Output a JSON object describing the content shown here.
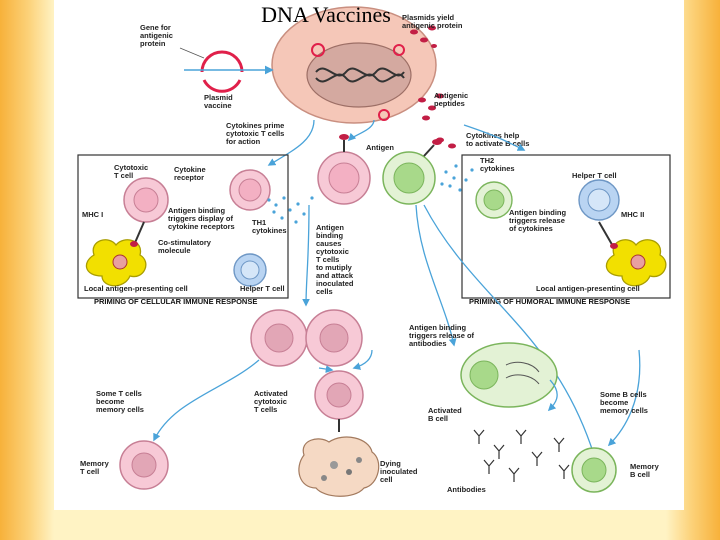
{
  "title": "DNA Vaccines",
  "labels": {
    "plasmids_yield": [
      "Plasmids yield",
      "antigenic protein"
    ],
    "gene": [
      "Gene for",
      "antigenic",
      "protein"
    ],
    "plasmid_vaccine": [
      "Plasmid",
      "vaccine"
    ],
    "antigenic_peptides": [
      "Antigenic",
      "peptides"
    ],
    "cytokines_prime": [
      "Cytokines prime",
      "cytotoxic T cells",
      "for action"
    ],
    "cytokines_help": [
      "Cytokines help",
      "to activate B cells"
    ],
    "antigen": "Antigen",
    "th2_cytokines": [
      "TH2",
      "cytokines"
    ],
    "cytotoxic_t_cell": [
      "Cytotoxic",
      "T cell"
    ],
    "cytokine_receptor": [
      "Cytokine",
      "receptor"
    ],
    "mhc_i": "MHC I",
    "antigen_binding_display": [
      "Antigen binding",
      "triggers display of",
      "cytokine receptors"
    ],
    "th1_cytokines": [
      "TH1",
      "cytokines"
    ],
    "co_stimulatory": [
      "Co-stimulatory",
      "molecule"
    ],
    "helper_t_cell_left": "Helper T cell",
    "local_apc_left": "Local antigen-presenting cell",
    "priming_cellular": "PRIMING OF CELLULAR IMMUNE RESPONSE",
    "helper_t_cell_right": "Helper T cell",
    "antigen_binding_release_cytokines": [
      "Antigen binding",
      "triggers release",
      "of cytokines"
    ],
    "mhc_ii": "MHC II",
    "local_apc_right": "Local antigen-presenting cell",
    "priming_humoral": "PRIMING OF HUMORAL IMMUNE RESPONSE",
    "antigen_binding_multiply": [
      "Antigen",
      "binding",
      "causes",
      "cytotoxic",
      "T cells",
      "to mutiply",
      "and attack",
      "inoculated",
      "cells"
    ],
    "antigen_binding_antibodies": [
      "Antigen binding",
      "triggers release of",
      "antibodies"
    ],
    "some_t_cells": [
      "Some T cells",
      "become",
      "memory cells"
    ],
    "activated_cytotoxic": [
      "Activated",
      "cytotoxic",
      "T cells"
    ],
    "activated_b_cell": [
      "Activated",
      "B cell"
    ],
    "some_b_cells": [
      "Some B cells",
      "become",
      "memory cells"
    ],
    "memory_t_cell": [
      "Memory",
      "T cell"
    ],
    "dying_cell": [
      "Dying",
      "inoculated",
      "cell"
    ],
    "antibodies": "Antibodies",
    "memory_b_cell": [
      "Memory",
      "B cell"
    ]
  },
  "colors": {
    "t_cell": "#f7c9d6",
    "b_cell": "#a8d98a",
    "helper_cell": "#b9d4f2",
    "apc": "#f2e000",
    "nucleus": "#d4a9a0",
    "arrow": "#4aa3d9",
    "dots": "#4aa3d9",
    "plasmid": "#e0204a"
  }
}
